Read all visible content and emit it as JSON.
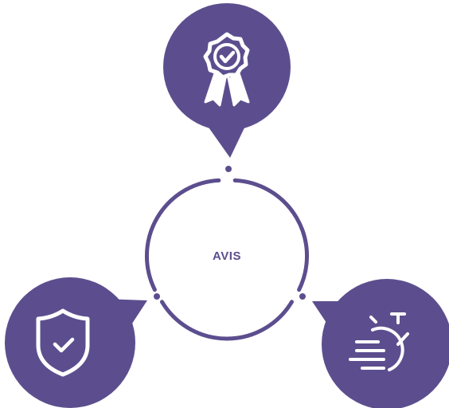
{
  "diagram": {
    "center_label": "AVIS",
    "colors": {
      "primary": "#5c4e8e",
      "icon_stroke": "#ffffff",
      "background": "#ffffff"
    },
    "nodes": [
      {
        "id": "top",
        "icon": "award-ribbon-icon"
      },
      {
        "id": "bottom-left",
        "icon": "shield-check-icon"
      },
      {
        "id": "bottom-right",
        "icon": "fast-stopwatch-icon"
      }
    ]
  }
}
